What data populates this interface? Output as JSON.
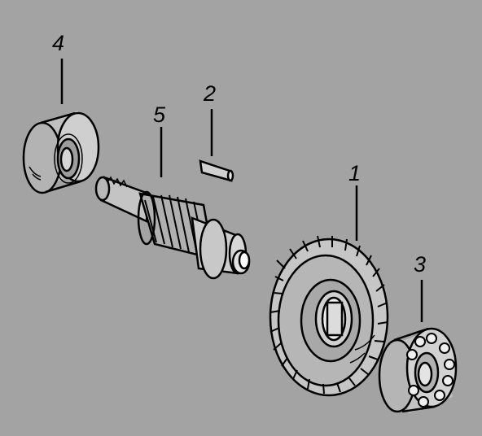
{
  "background_color": "#a3a3a3",
  "line_color": "#000000",
  "parts": [
    {
      "callout": "1",
      "icon": "bevel-gear-icon"
    },
    {
      "callout": "2",
      "icon": "key-pin-icon"
    },
    {
      "callout": "3",
      "icon": "ball-bearing-icon"
    },
    {
      "callout": "4",
      "icon": "ball-bearing-icon"
    },
    {
      "callout": "5",
      "icon": "pinion-shaft-icon"
    }
  ]
}
